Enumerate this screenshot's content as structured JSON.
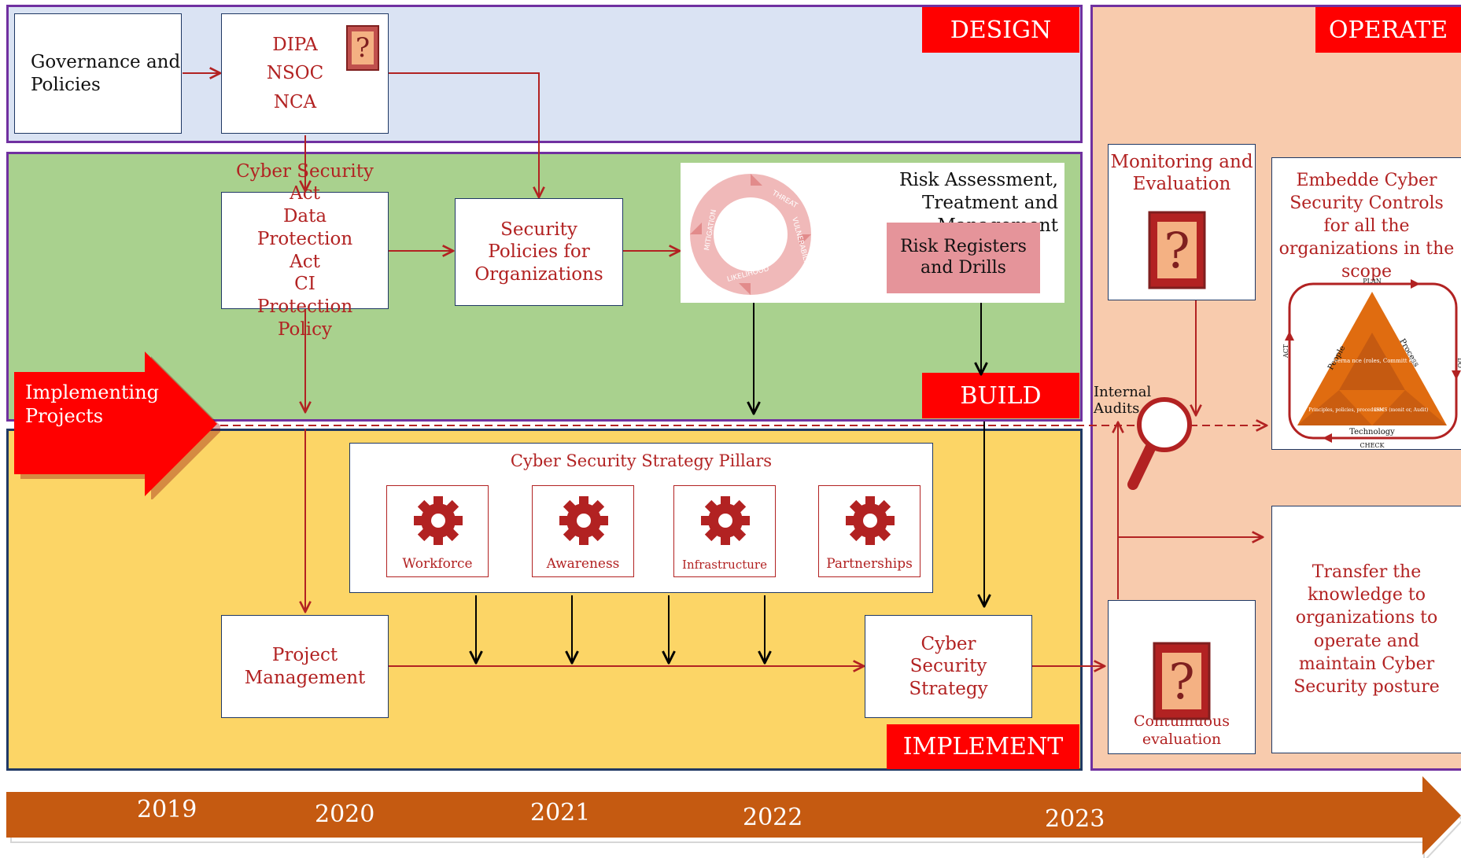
{
  "phases": {
    "design": "DESIGN",
    "build": "BUILD",
    "implement": "IMPLEMENT",
    "operate": "OPERATE"
  },
  "design": {
    "governance": "Governance and Policies",
    "authorities": [
      "DIPA",
      "NSOC",
      "NCA"
    ]
  },
  "build": {
    "acts": [
      "Cyber Security Act",
      "Data Protection Act",
      "CI Protection Policy"
    ],
    "security_policies": "Security Policies for Organizations",
    "risk_title": "Risk Assessment, Treatment and Management",
    "risk_registers": "Risk Registers and Drills",
    "cycle_labels": [
      "THREAT",
      "VULNERABILITY",
      "LIKELIHOOD",
      "MITIGATION"
    ]
  },
  "implementing_projects": "Implementing Projects",
  "implement": {
    "pillars_title": "Cyber Security Strategy Pillars",
    "pillars": [
      "Workforce",
      "Awareness",
      "Infrastructure",
      "Partnerships"
    ],
    "project_management": "Project Management",
    "strategy": "Cyber Security Strategy"
  },
  "operate": {
    "monitoring": "Monitoring and Evaluation",
    "internal_audits": "Internal Audits",
    "continuous_evaluation": "Contuinuous evaluation",
    "embedded_controls": "Embedde Cyber Security Controls for all the organizations in the scope",
    "transfer_knowledge": "Transfer the knowledge to organizations to operate and maintain Cyber Security posture",
    "pdca": {
      "plan": "PLAN",
      "do": "DO",
      "check": "CHECK",
      "act": "ACT",
      "people": "People",
      "process": "Process",
      "technology": "Technology",
      "governance": "Governa nce (roles, Committ ee)",
      "principles": "Principles, policies, procedures",
      "isms": "ISMS (monit or, Audit)"
    }
  },
  "timeline": [
    "2019",
    "2020",
    "2021",
    "2022",
    "2023"
  ],
  "colors": {
    "design_bg": "#dae3f3",
    "build_bg": "#a9d18e",
    "implement_bg": "#fcd566",
    "operate_bg": "#f8cbad",
    "accent_red": "#ff0000",
    "line_red": "#b22222",
    "timeline": "#c55a11"
  }
}
